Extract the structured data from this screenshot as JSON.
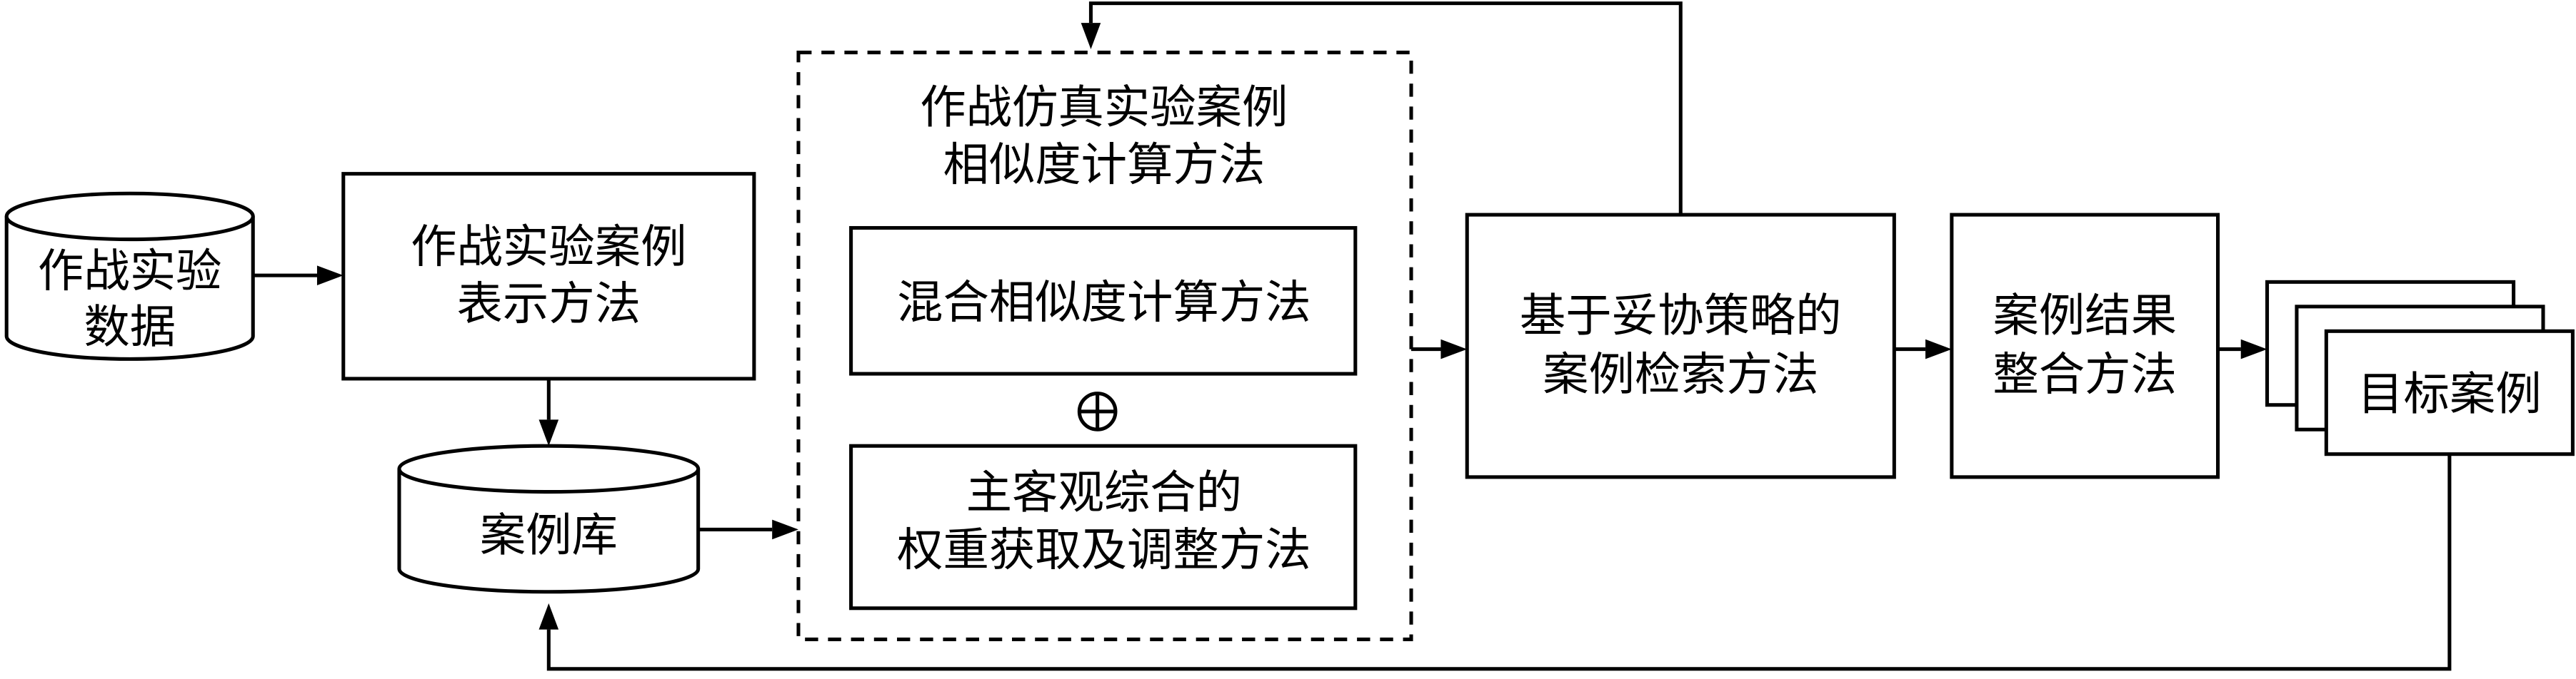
{
  "nodes": {
    "experiment_data": [
      "作战实验",
      "数据"
    ],
    "case_representation": [
      "作战实验案例",
      "表示方法"
    ],
    "case_library": "案例库",
    "similarity_group_title": [
      "作战仿真实验案例",
      "相似度计算方法"
    ],
    "hybrid_similarity": "混合相似度计算方法",
    "combine_symbol": "⊕",
    "weight_adjustment": [
      "主客观综合的",
      "权重获取及调整方法"
    ],
    "case_retrieval": [
      "基于妥协策略的",
      "案例检索方法"
    ],
    "result_integration": [
      "案例结果",
      "整合方法"
    ],
    "target_case": "目标案例"
  }
}
